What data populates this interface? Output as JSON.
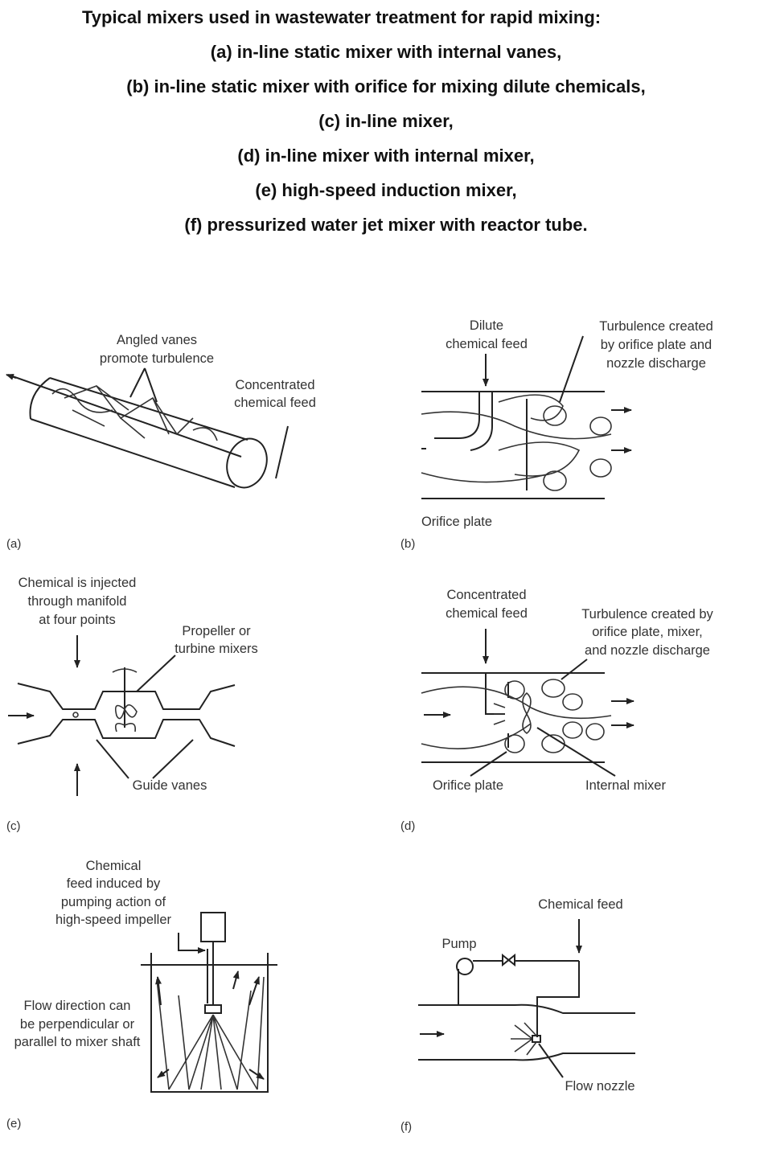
{
  "header": {
    "title": "Typical mixers used in wastewater treatment for rapid mixing:",
    "lines": [
      "(a) in-line static mixer with internal vanes,",
      "(b) in-line static mixer with orifice for mixing dilute chemicals,",
      "(c) in-line mixer,",
      "(d) in-line mixer with internal mixer,",
      "(e) high-speed induction mixer,",
      "(f) pressurized water jet mixer with reactor tube."
    ]
  },
  "panels": {
    "a": {
      "label": "(a)",
      "vanes": [
        "Angled vanes",
        "promote turbulence"
      ],
      "feed": [
        "Concentrated",
        "chemical feed"
      ]
    },
    "b": {
      "label": "(b)",
      "feed": [
        "Dilute",
        "chemical feed"
      ],
      "turbulence": [
        "Turbulence created",
        "by orifice plate and",
        "nozzle discharge"
      ],
      "plate": "Orifice plate"
    },
    "c": {
      "label": "(c)",
      "injected": [
        "Chemical is injected",
        "through manifold",
        "at four points"
      ],
      "propeller": [
        "Propeller or",
        "turbine mixers"
      ],
      "guide": "Guide vanes"
    },
    "d": {
      "label": "(d)",
      "feed": [
        "Concentrated",
        "chemical feed"
      ],
      "turbulence": [
        "Turbulence created by",
        "orifice plate, mixer,",
        "and nozzle discharge"
      ],
      "plate": "Orifice plate",
      "mixer": "Internal mixer"
    },
    "e": {
      "label": "(e)",
      "feed": [
        "Chemical",
        "feed induced by",
        "pumping action of",
        "high-speed impeller"
      ],
      "flow": [
        "Flow direction can",
        "be perpendicular or",
        "parallel to mixer shaft"
      ]
    },
    "f": {
      "label": "(f)",
      "feed": "Chemical feed",
      "pump": "Pump",
      "nozzle": "Flow nozzle"
    }
  }
}
